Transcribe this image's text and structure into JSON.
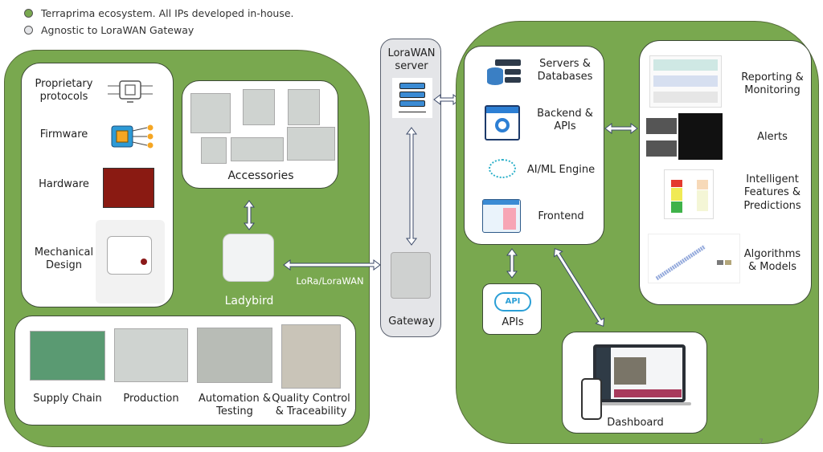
{
  "legend": [
    {
      "label": "Terraprima ecosystem. All IPs developed in-house.",
      "color": "#79a84f"
    },
    {
      "label": "Agnostic to LoraWAN Gateway",
      "color": "#e4e5e8"
    }
  ],
  "colors": {
    "ecosystem_green": "#79a84f",
    "gateway_gray": "#e4e5e8",
    "box_border": "#3c4a35"
  },
  "device": {
    "ip_items": [
      {
        "label": "Proprietary protocols",
        "icon": "protocol-monitor-icon"
      },
      {
        "label": "Firmware",
        "icon": "chip-icon"
      },
      {
        "label": "Hardware",
        "icon": "pcb-board-image"
      },
      {
        "label": "Mechanical Design",
        "icon": "exploded-enclosure-image"
      }
    ],
    "accessories_label": "Accessories",
    "ladybird_label": "Ladybird",
    "link_label": "LoRa/LoraWAN",
    "manufacturing": [
      {
        "label": "Supply Chain"
      },
      {
        "label": "Production"
      },
      {
        "label": "Automation & Testing"
      },
      {
        "label": "Quality Control & Traceability"
      }
    ]
  },
  "gateway_column": {
    "server_label": "LoraWAN server",
    "gateway_label": "Gateway"
  },
  "cloud": {
    "stack": [
      {
        "label": "Servers & Databases",
        "icon": "database-server-icon"
      },
      {
        "label": "Backend & APIs",
        "icon": "gear-window-icon"
      },
      {
        "label": "AI/ML Engine",
        "icon": "brain-network-icon"
      },
      {
        "label": "Frontend",
        "icon": "code-window-icon"
      }
    ],
    "apis_label": "APIs",
    "api_badge": "API",
    "dashboard_label": "Dashboard",
    "features": [
      {
        "label": "Reporting & Monitoring"
      },
      {
        "label": "Alerts"
      },
      {
        "label": "Intelligent Features & Predictions"
      },
      {
        "label": "Algorithms & Models"
      }
    ]
  },
  "page_number": "7"
}
